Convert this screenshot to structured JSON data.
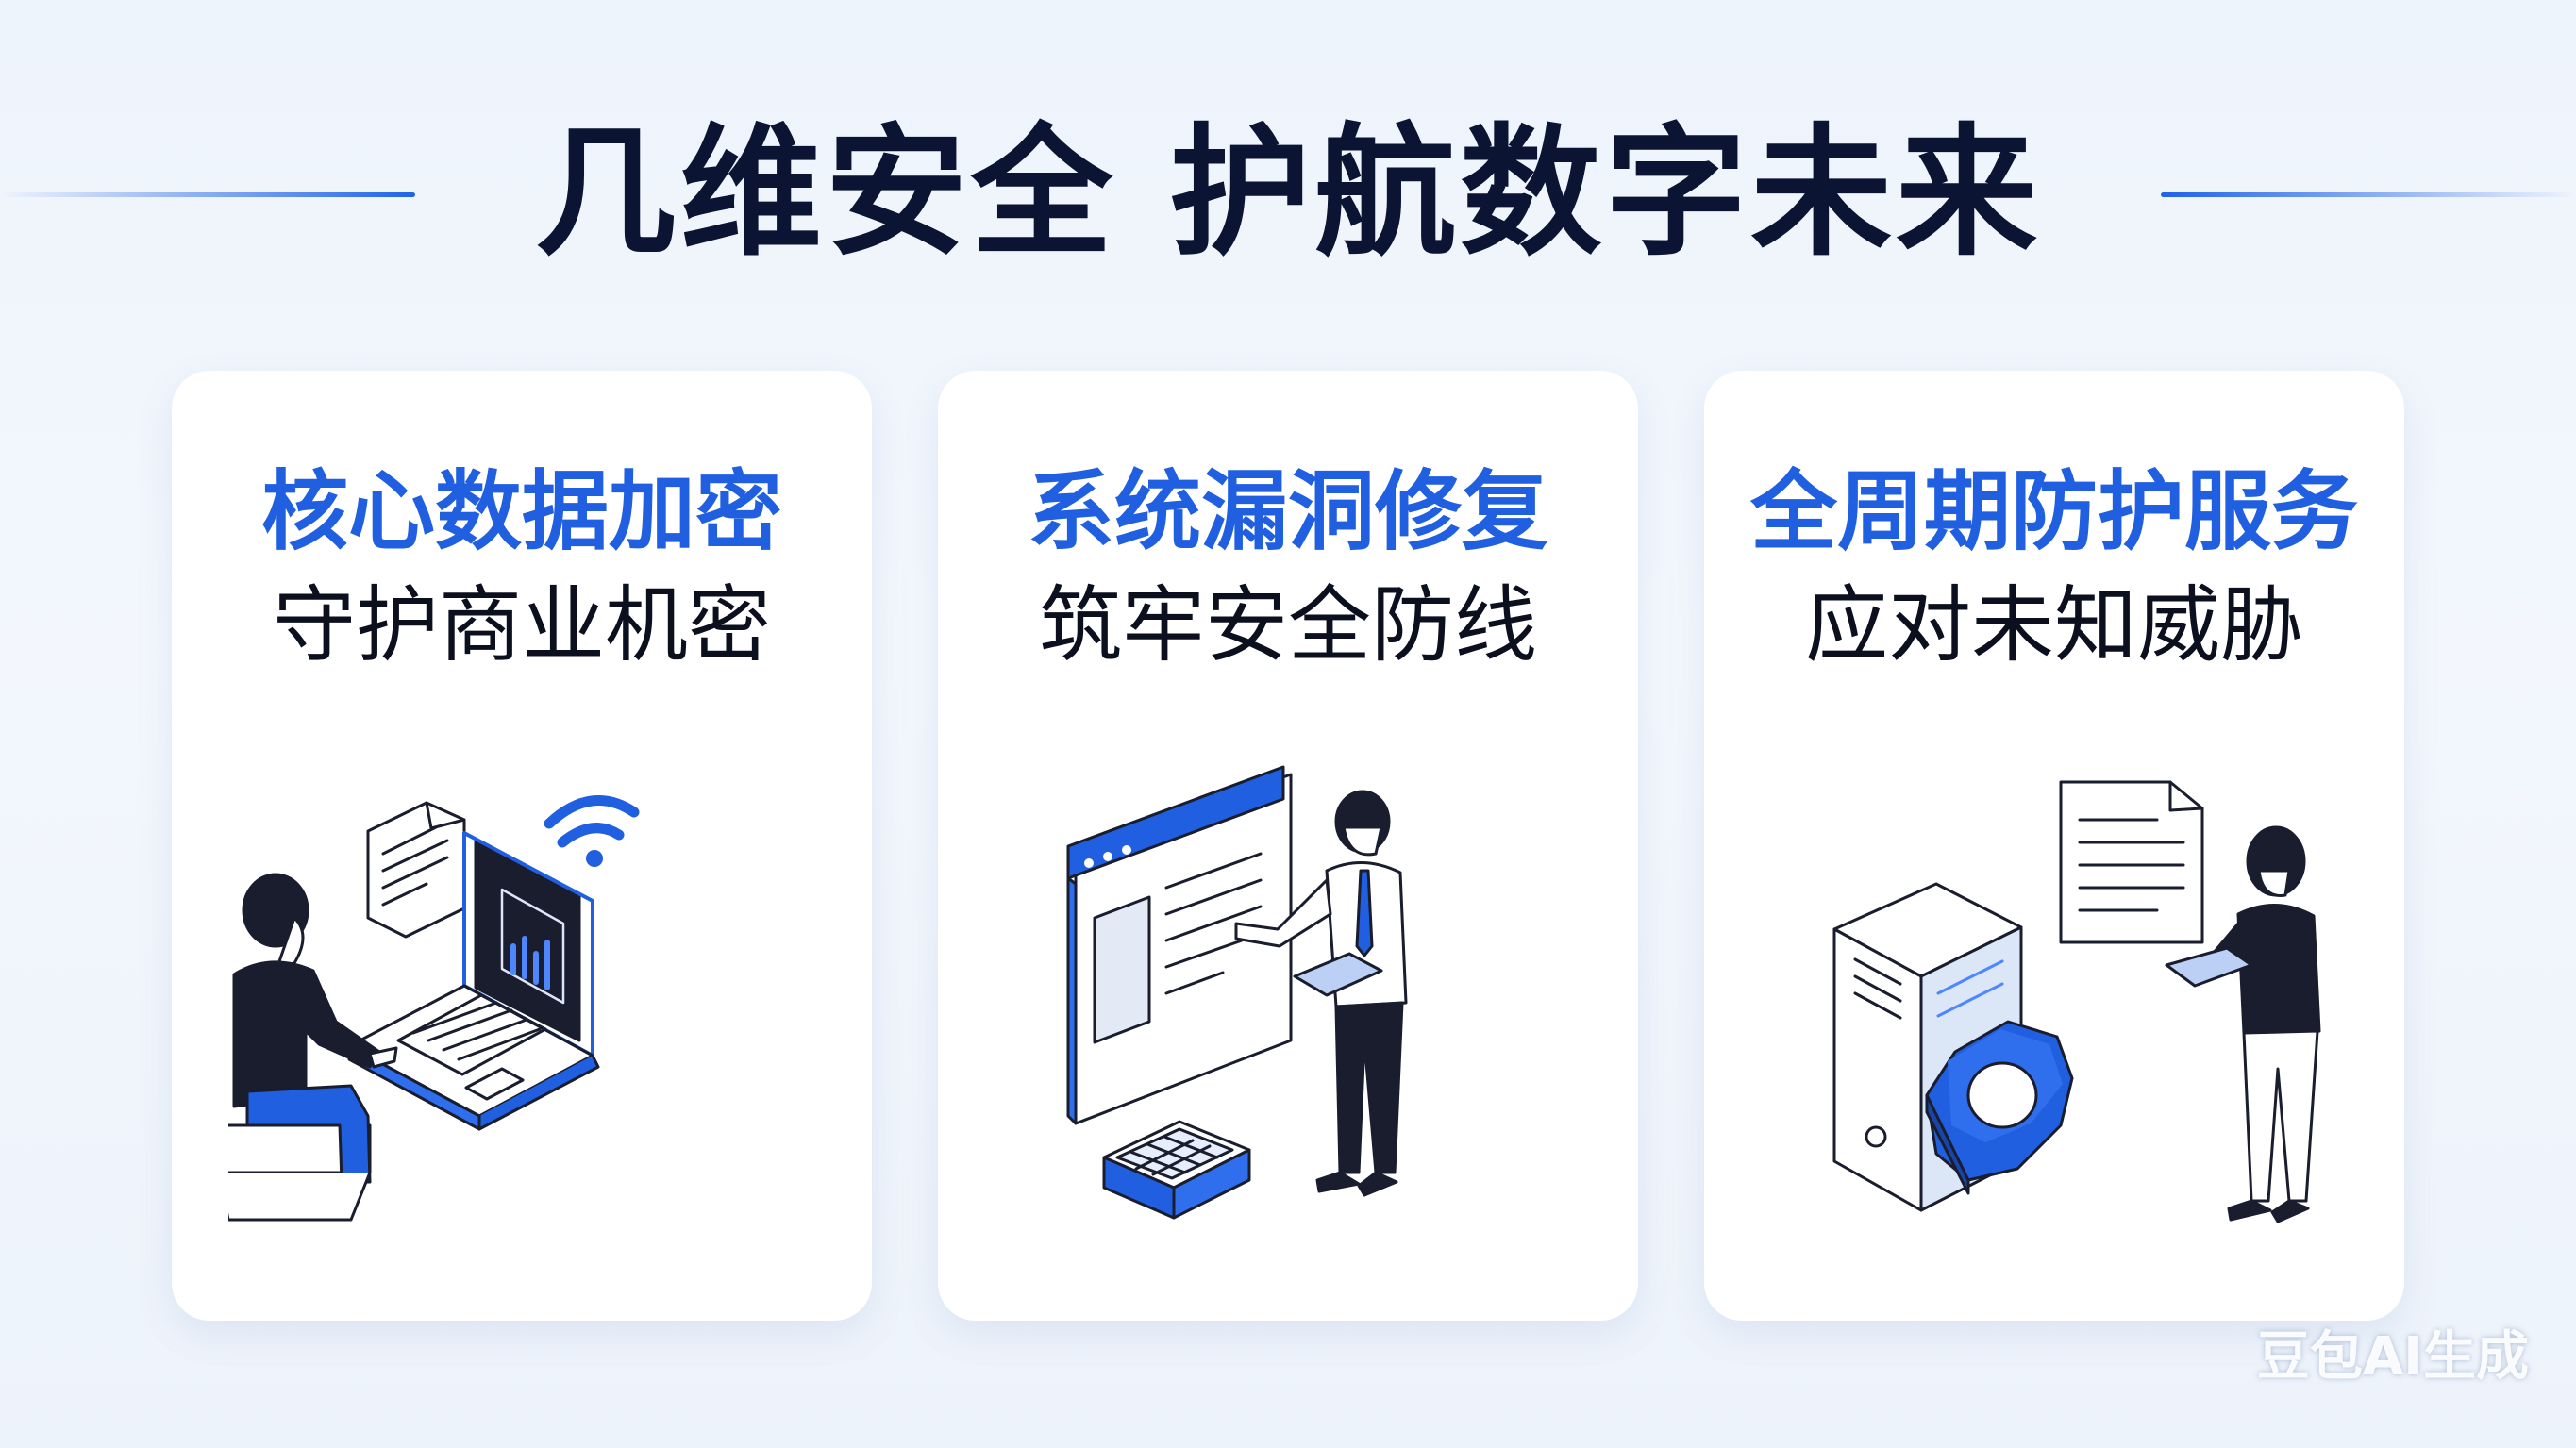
{
  "title": "几维安全 护航数字未来",
  "cards": [
    {
      "heading": "核心数据加密",
      "subheading": "守护商业机密",
      "illustration": "laptop-encryption-illustration"
    },
    {
      "heading": "系统漏洞修复",
      "subheading": "筑牢安全防线",
      "illustration": "browser-presentation-illustration"
    },
    {
      "heading": "全周期防护服务",
      "subheading": "应对未知威胁",
      "illustration": "server-shield-illustration"
    }
  ],
  "watermark": "豆包AI生成",
  "colors": {
    "accent": "#1f5fe0",
    "title": "#0b1433",
    "background": "#eef4fc",
    "ink": "#0b0f1e"
  }
}
